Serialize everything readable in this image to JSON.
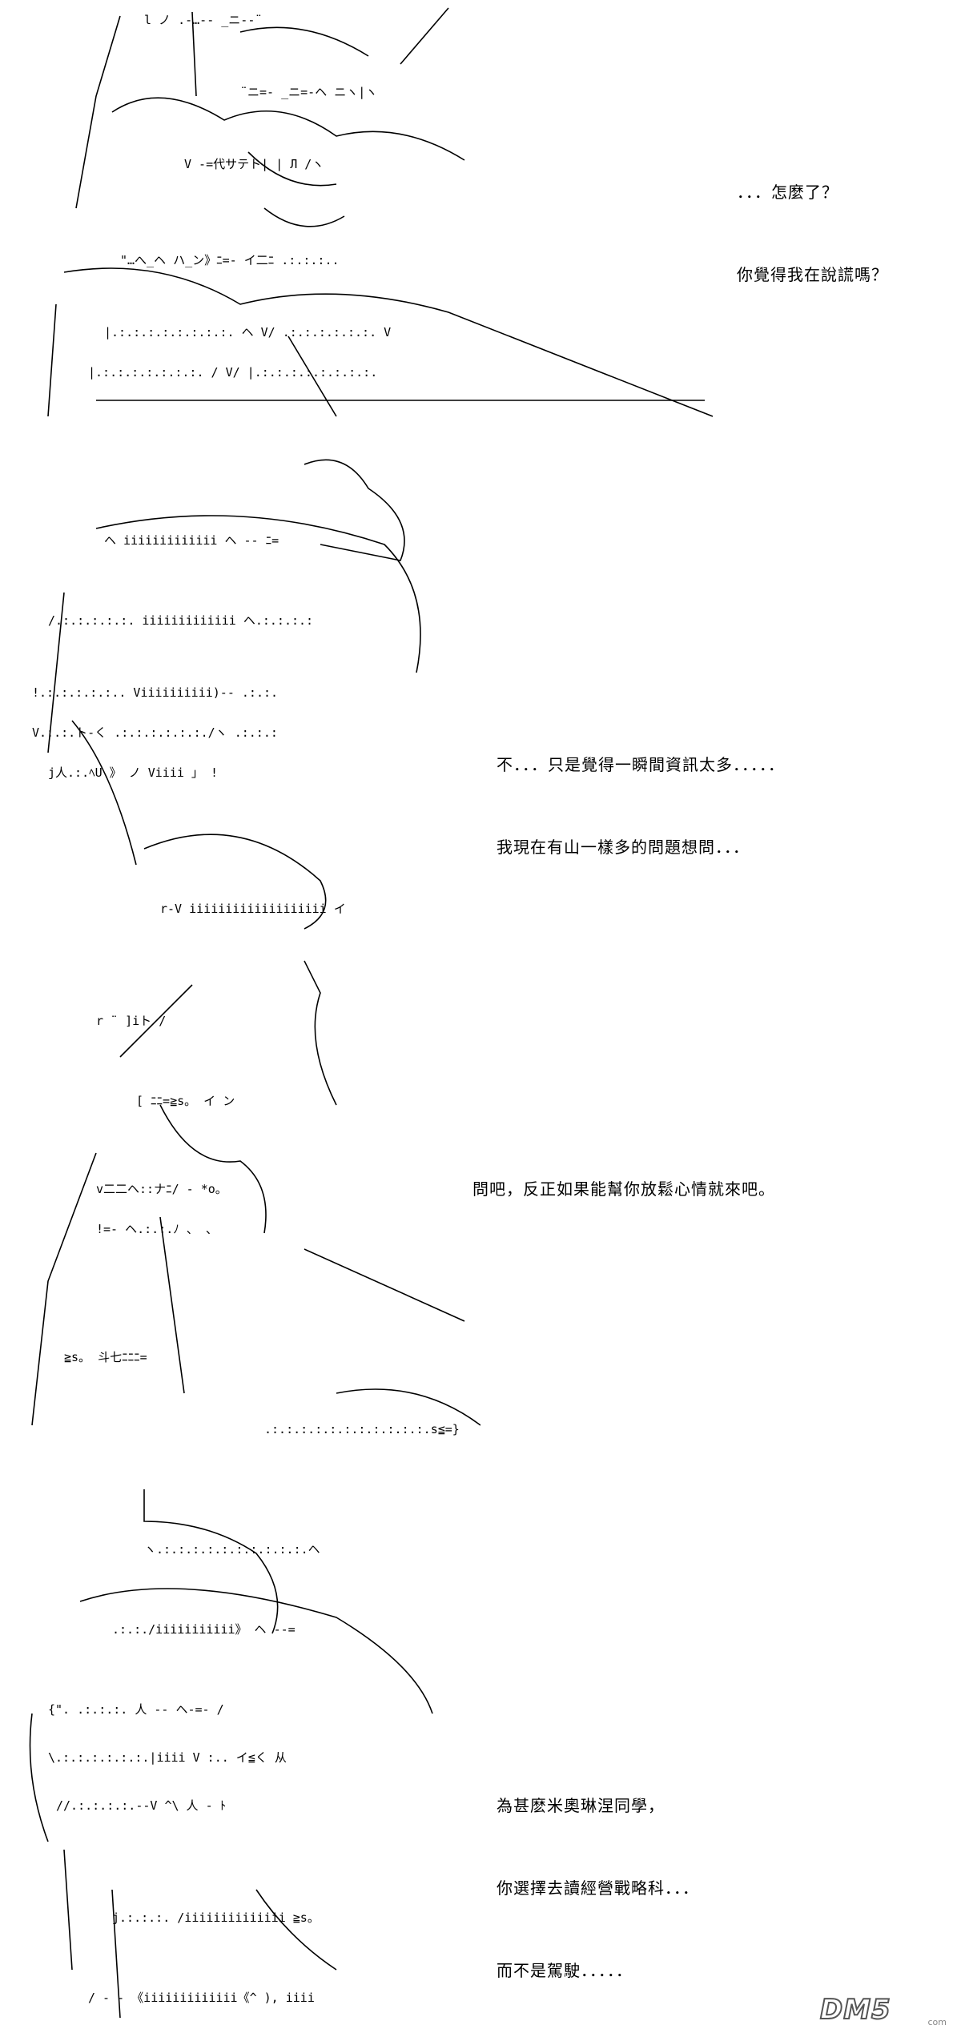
{
  "panels": [
    {
      "lines": [
        "．．．怎麼了？",
        "你覺得我在說謊嗎？"
      ]
    },
    {
      "lines": [
        "不．．．只是覺得一瞬間資訊太多．．．．．",
        "我現在有山一樣多的問題想問．．．"
      ]
    },
    {
      "lines": [
        "問吧，反正如果能幫你放鬆心情就來吧。"
      ]
    },
    {
      "lines": [
        "為甚麽米奧琳涅同學，",
        "你選擇去讀經營戰略科．．．",
        "而不是駕駛．．．．．"
      ]
    }
  ],
  "watermark": {
    "logo": "DM5",
    "sub": "com"
  }
}
